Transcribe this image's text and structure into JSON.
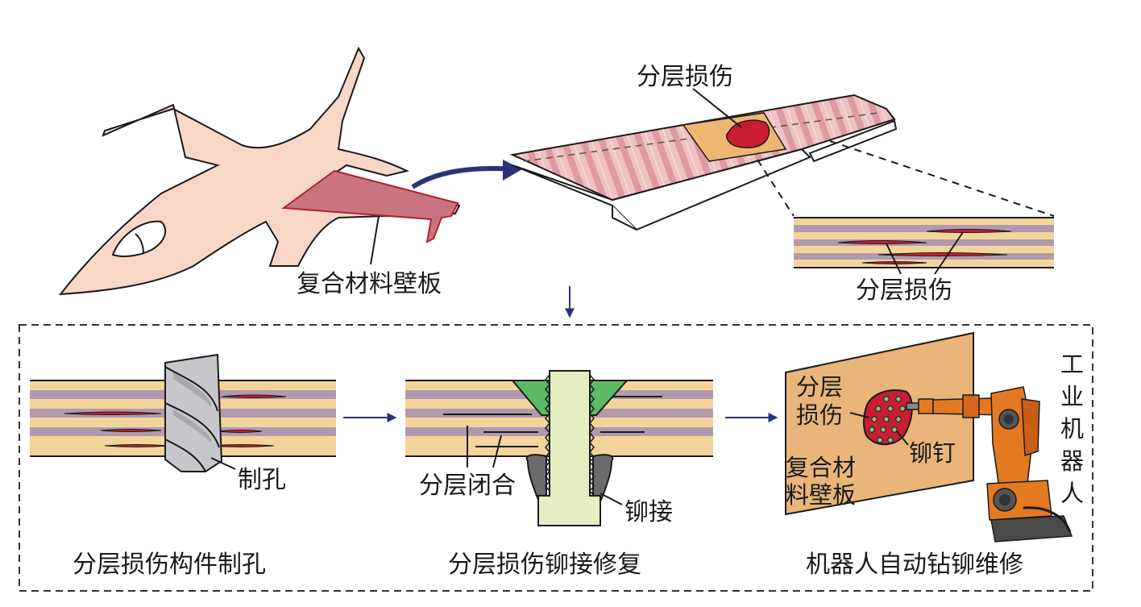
{
  "top": {
    "aircraft_label": "复合材料壁板",
    "wing_damage_label": "分层损伤",
    "cross_section_label": "分层损伤"
  },
  "steps": [
    {
      "title": "分层损伤构件制孔",
      "callout": "制孔"
    },
    {
      "title": "分层损伤铆接修复",
      "callout_left": "分层闭合",
      "callout_right": "铆接"
    },
    {
      "title": "机器人自动钻铆维修",
      "panel_damage_line1": "分层",
      "panel_damage_line2": "损伤",
      "panel_label_line1": "复合材",
      "panel_label_line2": "料壁板",
      "rivet_label": "铆钉",
      "robot_label_chars": [
        "工",
        "业",
        "机",
        "器",
        "人"
      ]
    }
  ],
  "colors": {
    "aircraft_fill": "#f8d7c6",
    "composite_panel": "#c9757f",
    "damage_red": "#c81e34",
    "layer_tan": "#f3d59b",
    "layer_mauve": "#b19aae",
    "arrow_navy": "#2b3378",
    "sealant_green": "#5cb964",
    "fastener_cream": "#e5eec3",
    "board_tan": "#e9b57a",
    "robot_orange": "#e37a21"
  }
}
